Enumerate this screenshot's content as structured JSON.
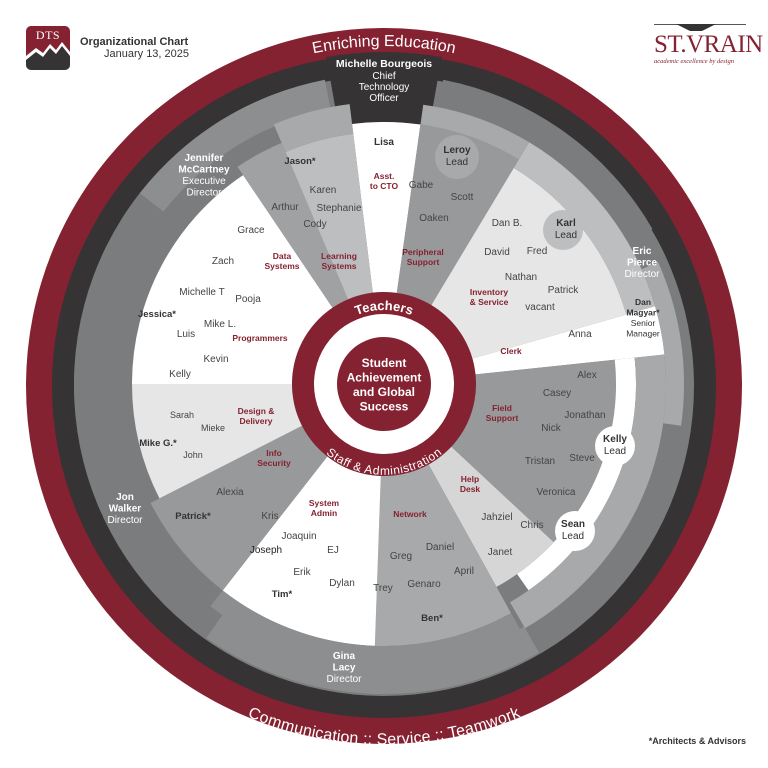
{
  "header": {
    "logo_text": "DTS",
    "title": "Organizational Chart",
    "date": "January 13, 2025"
  },
  "brand": {
    "name": "ST.VRAIN",
    "tagline": "academic excellence by design"
  },
  "footnote": "*Architects & Advisors",
  "colors": {
    "maroon": "#852231",
    "dark_ring": "#353334",
    "director_ring": "#7b7c7e",
    "mid_gray": "#98999b",
    "light_gray": "#bdbec0",
    "lighter_gray": "#e6e6e7",
    "white": "#ffffff",
    "text_dark": "#333333",
    "label_red": "#852231"
  },
  "rings": {
    "outer_top": "Enriching Education",
    "outer_bottom": "Communication :: Service :: Teamwork",
    "inner_top": "Teachers",
    "inner_bottom": "Staff & Administration",
    "center": [
      "Student",
      "Achievement",
      "and Global",
      "Success"
    ]
  },
  "cto": {
    "name": "Michelle Bourgeois",
    "title": [
      "Chief",
      "Technology",
      "Officer"
    ]
  },
  "directors": [
    {
      "name": [
        "Jennifer",
        "McCartney"
      ],
      "title": [
        "Executive",
        "Director"
      ]
    },
    {
      "name": [
        "Eric",
        "Pierce"
      ],
      "title": [
        "Director"
      ]
    },
    {
      "name": [
        "Gina",
        "Lacy"
      ],
      "title": [
        "Director"
      ]
    },
    {
      "name": [
        "Jon",
        "Walker"
      ],
      "title": [
        "Director"
      ]
    }
  ],
  "senior_manager": {
    "name": [
      "Dan",
      "Magyar*"
    ],
    "title": [
      "Senior",
      "Manager"
    ]
  },
  "leads": [
    {
      "name": "Leroy",
      "title": "Lead"
    },
    {
      "name": "Karl",
      "title": "Lead"
    },
    {
      "name": "Kelly",
      "title": "Lead"
    },
    {
      "name": "Sean",
      "title": "Lead"
    }
  ],
  "teams": {
    "asst_cto": {
      "label": [
        "Asst.",
        "to CTO"
      ],
      "members": [
        "Lisa"
      ]
    },
    "peripheral_support": {
      "label": [
        "Peripheral",
        "Support"
      ],
      "members": [
        "Gabe",
        "Scott",
        "Oaken"
      ]
    },
    "inventory_service": {
      "label": [
        "Inventory",
        "& Service"
      ],
      "members": [
        "Dan B.",
        "David",
        "Fred",
        "Nathan",
        "Patrick",
        "vacant"
      ]
    },
    "clerk": {
      "label": [
        "Clerk"
      ],
      "members": [
        "Anna"
      ]
    },
    "field_support": {
      "label": [
        "Field",
        "Support"
      ],
      "members": [
        "Alex",
        "Casey",
        "Jonathan",
        "Nick",
        "Tristan",
        "Steve",
        "Veronica"
      ]
    },
    "help_desk": {
      "label": [
        "Help",
        "Desk"
      ],
      "members": [
        "Jahziel",
        "Chris",
        "Janet"
      ]
    },
    "network": {
      "label": [
        "Network"
      ],
      "members": [
        "Daniel",
        "Greg",
        "April",
        "Genaro",
        "Trey"
      ],
      "architect": "Ben*"
    },
    "system_admin": {
      "label": [
        "System",
        "Admin"
      ],
      "members": [
        "Kris",
        "Joaquin",
        "EJ",
        "Erik",
        "Dylan"
      ],
      "bold": [
        "Joseph"
      ],
      "architect": "Tim*"
    },
    "info_security": {
      "label": [
        "Info",
        "Security"
      ],
      "members": [
        "Alexia"
      ],
      "architect": "Patrick*"
    },
    "design_delivery": {
      "label": [
        "Design &",
        "Delivery"
      ],
      "members": [
        "Sarah",
        "Mieke",
        "John"
      ],
      "architect": "Mike G.*"
    },
    "programmers": {
      "label": [
        "Programmers"
      ],
      "members": [
        "Zach",
        "Michelle T",
        "Pooja",
        "Mike L.",
        "Luis",
        "Kevin",
        "Kelly"
      ],
      "architect": "Jessica*"
    },
    "data_systems": {
      "label": [
        "Data",
        "Systems"
      ],
      "members": [
        "Grace"
      ]
    },
    "learning_systems": {
      "label": [
        "Learning",
        "Systems"
      ],
      "members": [
        "Karen",
        "Arthur",
        "Stephanie",
        "Cody"
      ],
      "architect": "Jason*"
    }
  }
}
